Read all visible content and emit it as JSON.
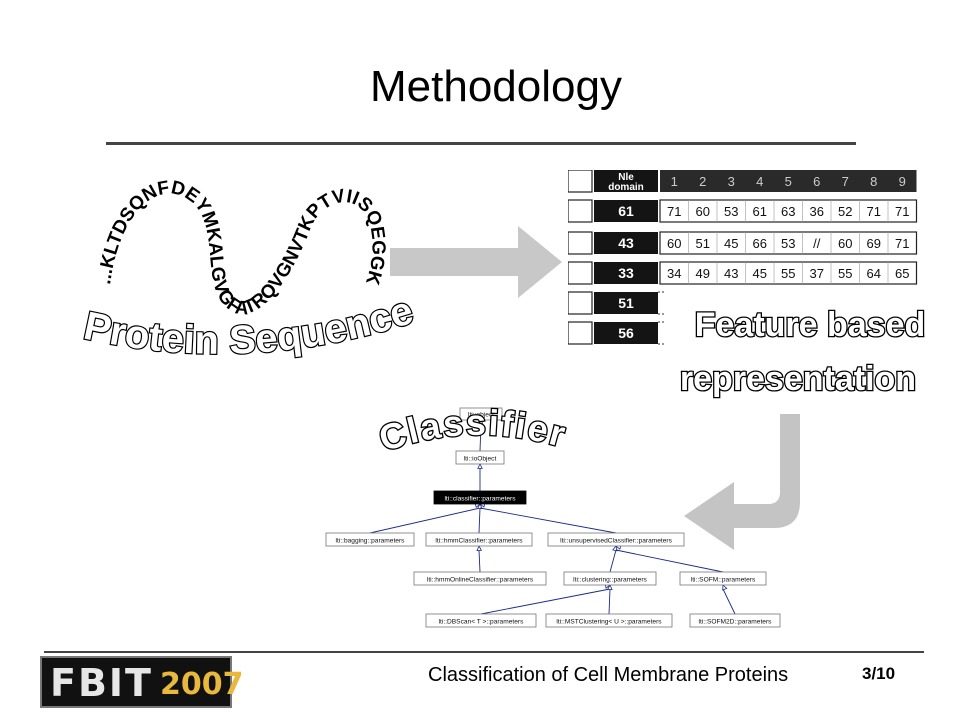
{
  "slide": {
    "title": "Methodology",
    "footer_text": "Classification of Cell Membrane Proteins",
    "page_number": "3/10"
  },
  "logo": {
    "text": "FBIT",
    "year": "2007",
    "accent_color": "#e8b93c"
  },
  "protein": {
    "sequence": "...KLTDSQNFDEYMKALGVGFATRQVGNVTKPTVIISQEGGKVV...",
    "caption": "Protein Sequence"
  },
  "feature_table": {
    "header_label_line1": "Nle",
    "header_label_line2": "domain",
    "columns": [
      "1",
      "2",
      "3",
      "4",
      "5",
      "6",
      "7",
      "8",
      "9"
    ],
    "rows": [
      {
        "id": "61",
        "values": [
          "71",
          "60",
          "53",
          "61",
          "63",
          "36",
          "52",
          "71",
          "71"
        ]
      },
      {
        "id": "43",
        "values": [
          "60",
          "51",
          "45",
          "66",
          "53",
          "//",
          "60",
          "69",
          "71"
        ]
      },
      {
        "id": "33",
        "values": [
          "34",
          "49",
          "43",
          "45",
          "55",
          "37",
          "55",
          "64",
          "65"
        ]
      },
      {
        "id": "51",
        "values": []
      },
      {
        "id": "56",
        "values": []
      }
    ],
    "caption_line1": "Feature based",
    "caption_line2": "representation"
  },
  "classifier": {
    "caption": "Classifier",
    "nodes": {
      "root": "lti::object",
      "io": "lti::ioObject",
      "params": "lti::classifier::parameters",
      "bagging": "lti::bagging::parameters",
      "hmm": "lti::hmmClassifier::parameters",
      "unsup": "lti::unsupervisedClassifier::parameters",
      "hmmonline": "lti::hmmOnlineClassifier::parameters",
      "clustering": "lti::clustering::parameters",
      "sofm": "lti::SOFM::parameters",
      "dbscan": "lti::DBScan< T >::parameters",
      "mst": "lti::MSTClustering< U >::parameters",
      "sofm2d": "lti::SOFM2D::parameters"
    }
  }
}
